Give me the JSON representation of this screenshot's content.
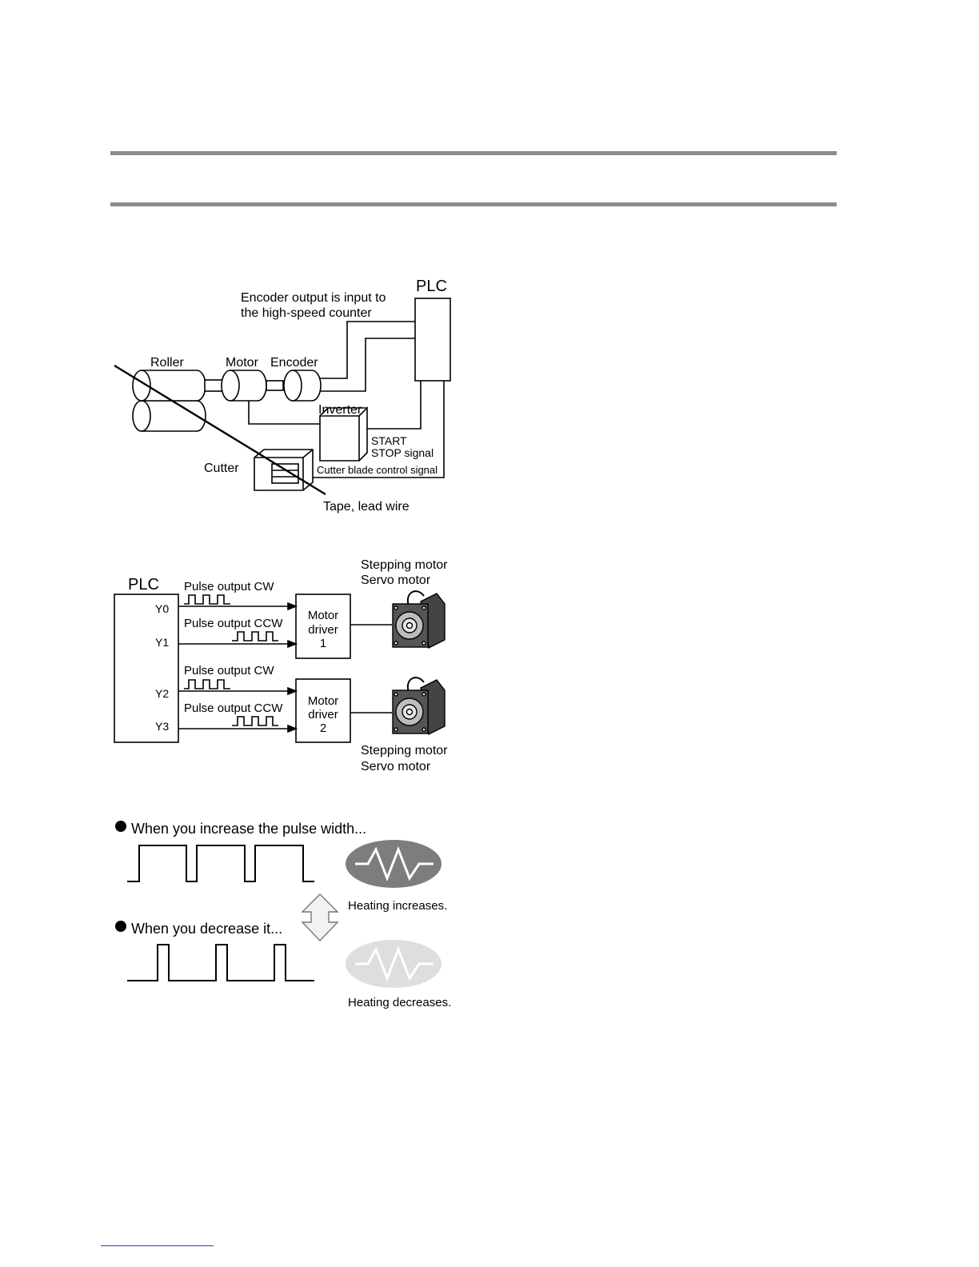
{
  "diagram1": {
    "plc": "PLC",
    "encoder_note_line1": "Encoder output is input to",
    "encoder_note_line2": "the high-speed counter",
    "roller": "Roller",
    "motor": "Motor",
    "encoder": "Encoder",
    "inverter": "Inverter",
    "start": "START",
    "stop_signal": "STOP signal",
    "cutter": "Cutter",
    "cutter_signal": "Cutter blade control signal",
    "tape": "Tape, lead wire"
  },
  "diagram2": {
    "plc": "PLC",
    "outputs": [
      "Y0",
      "Y1",
      "Y2",
      "Y3"
    ],
    "pulse_cw": "Pulse output CW",
    "pulse_ccw": "Pulse output CCW",
    "driver1": [
      "Motor",
      "driver",
      "1"
    ],
    "driver2": [
      "Motor",
      "driver",
      "2"
    ],
    "motor_label_line1": "Stepping motor",
    "motor_label_line2": "Servo motor"
  },
  "diagram3": {
    "increase": "When you increase the pulse width...",
    "decrease": "When you decrease it...",
    "heating_increases": "Heating increases.",
    "heating_decreases": "Heating decreases."
  }
}
